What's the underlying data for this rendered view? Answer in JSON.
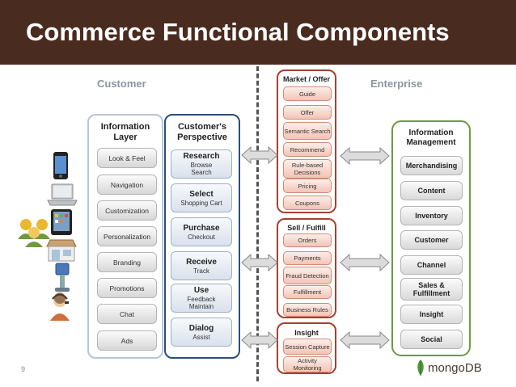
{
  "title": "Commerce Functional Components",
  "labels": {
    "customer": "Customer",
    "enterprise": "Enterprise"
  },
  "information_layer": {
    "title": "Information Layer",
    "items": [
      "Look & Feel",
      "Navigation",
      "Customization",
      "Personalization",
      "Branding",
      "Promotions",
      "Chat",
      "Ads"
    ]
  },
  "customer_perspective": {
    "title": "Customer's Perspective",
    "items": [
      {
        "title": "Research",
        "sub": "Browse\nSearch"
      },
      {
        "title": "Select",
        "sub": "Shopping Cart"
      },
      {
        "title": "Purchase",
        "sub": "Checkout"
      },
      {
        "title": "Receive",
        "sub": "Track"
      },
      {
        "title": "Use",
        "sub": "Feedback\nMaintain"
      },
      {
        "title": "Dialog",
        "sub": "Assist"
      }
    ]
  },
  "market_offer": {
    "title": "Market / Offer",
    "items": [
      "Guide",
      "Offer",
      "Semantic Search",
      "Recommend",
      "Rule-based Decisions",
      "Pricing",
      "Coupons"
    ]
  },
  "sell_fulfill": {
    "title": "Sell / Fulfill",
    "items": [
      "Orders",
      "Payments",
      "Fraud Detection",
      "Fulfillment",
      "Business Rules"
    ]
  },
  "insight": {
    "title": "Insight",
    "items": [
      "Session Capture",
      "Activity Monitoring"
    ]
  },
  "information_management": {
    "title": "Information Management",
    "items": [
      "Merchandising",
      "Content",
      "Inventory",
      "Customer",
      "Channel",
      "Sales & Fulfillment",
      "Insight",
      "Social"
    ]
  },
  "page_number": "9",
  "logo": "mongoDB",
  "devices": [
    "smartphone-icon",
    "laptop-icon",
    "tablet-icon",
    "people-group-icon",
    "store-icon",
    "kiosk-icon",
    "call-center-agent-icon"
  ],
  "colors": {
    "title_bar": "#4a2b20",
    "blue_border": "#2c4e7c",
    "red_border": "#a8402f",
    "green_border": "#6e9a3c",
    "section_label": "#8c96a0"
  }
}
